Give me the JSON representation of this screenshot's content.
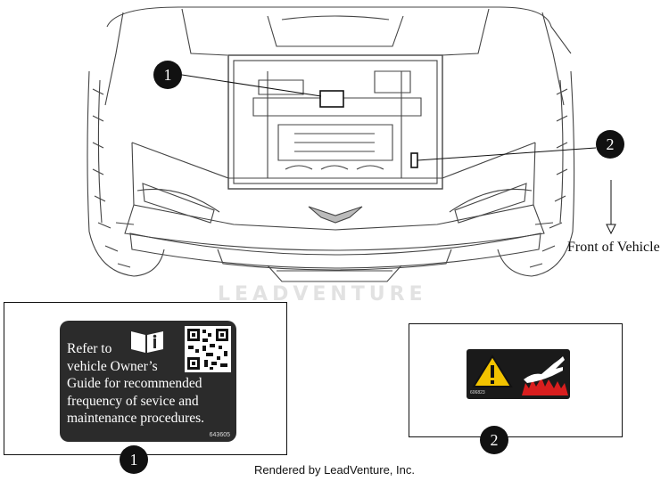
{
  "watermark": "LEADVENTURE",
  "front_label": "Front of Vehicle",
  "footer": "Rendered by LeadVenture, Inc.",
  "callouts": [
    {
      "number": "1"
    },
    {
      "number": "2"
    }
  ],
  "decal_1": {
    "lines": [
      "Refer to",
      "vehicle Owner’s",
      "Guide for recommended",
      "frequency of sevice and",
      "maintenance procedures."
    ],
    "part_code": "643605",
    "icons": [
      "manual-info-icon",
      "qr-code-icon"
    ]
  },
  "decal_2": {
    "part_code": "606823",
    "icons": [
      "warning-triangle-icon",
      "hot-surface-hand-icon"
    ]
  },
  "colors": {
    "decal_background": "#2b2b2b",
    "warning_yellow": "#f2c300",
    "flame_red": "#d81e1e"
  }
}
